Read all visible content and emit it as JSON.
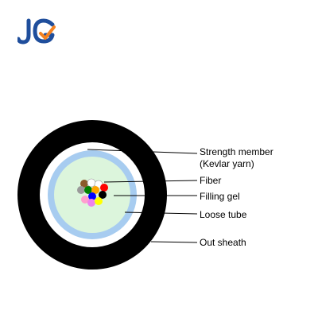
{
  "logo": {
    "text": "JG",
    "colors": {
      "letters": "#1f4e9c",
      "accent": "#f58220"
    }
  },
  "diagram": {
    "labels": {
      "strength_member_line1": "Strength member",
      "strength_member_line2": "(Kevlar yarn)",
      "fiber": "Fiber",
      "filling_gel": "Filling gel",
      "loose_tube": "Loose tube",
      "out_sheath": "Out sheath"
    },
    "colors": {
      "sheath": "#000000",
      "strength_member": "#ffffff",
      "loose_tube": "#a7ccf0",
      "filling_gel": "#dcf5dc",
      "leader_lines": "#000000",
      "fibers": [
        "#8b5a2b",
        "#ffffff",
        "#ff0000",
        "#808080",
        "#000000",
        "#ffff00",
        "#ee82ee",
        "#ffa500",
        "#0000ff",
        "#008000",
        "#ffc0cb",
        "#ffffff"
      ]
    }
  }
}
